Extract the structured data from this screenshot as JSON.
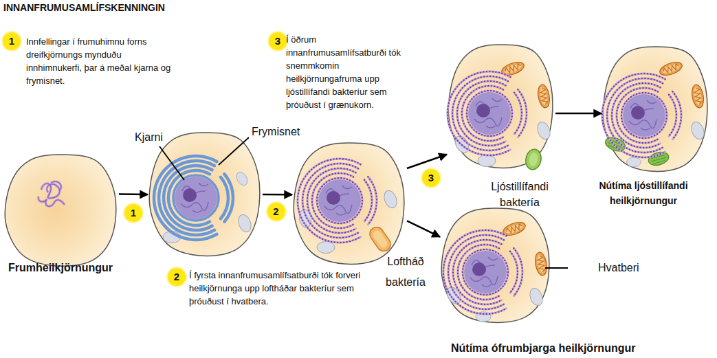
{
  "diagram": {
    "title": "INNANFRUMUSAMLÍFSKENNINGIN",
    "nodes": [
      {
        "text": [
          "Frumheilkjörnungur"
        ]
      },
      {
        "text": [
          "Kjarni",
          "Frymisnet"
        ]
      },
      {
        "text": [
          "Loftháð baktería"
        ]
      },
      {
        "text": [
          "Ljóstillífandi baktería"
        ]
      },
      {
        "text": [
          "Nútíma ljóstillífandi heilkjörnungur"
        ]
      },
      {
        "text": [
          "Nútíma ófrumbjarga heilkjörnungur",
          "Hvatberi"
        ]
      }
    ],
    "edges": [
      {
        "from": 0,
        "to": 1,
        "arrow": "to",
        "label": "1"
      },
      {
        "from": 1,
        "to": 2,
        "arrow": "to",
        "label": "2"
      },
      {
        "from": 2,
        "to": 3,
        "arrow": "to",
        "label": "3"
      },
      {
        "from": 2,
        "to": 5,
        "arrow": "to"
      },
      {
        "from": 3,
        "to": 4,
        "arrow": "to"
      }
    ],
    "labels": [
      "1",
      "Innfellingar í frumuhimnu forns dreifkjörnungs mynduðu innhimnukerfi, þar á meðal kjarna og frymisnet.",
      "3",
      "Í öðrum innanfrumusamlífsatburði tók snemmkomin heilkjörnungafruma upp ljóstillífandi bakteríur sem þróuðust í grænukorn.",
      "2",
      "Í fyrsta innanfrumusamlífsatburði tók forveri heilkjörnunga upp loftháðar bakteríur sem þróuðust í hvatbera."
    ]
  }
}
